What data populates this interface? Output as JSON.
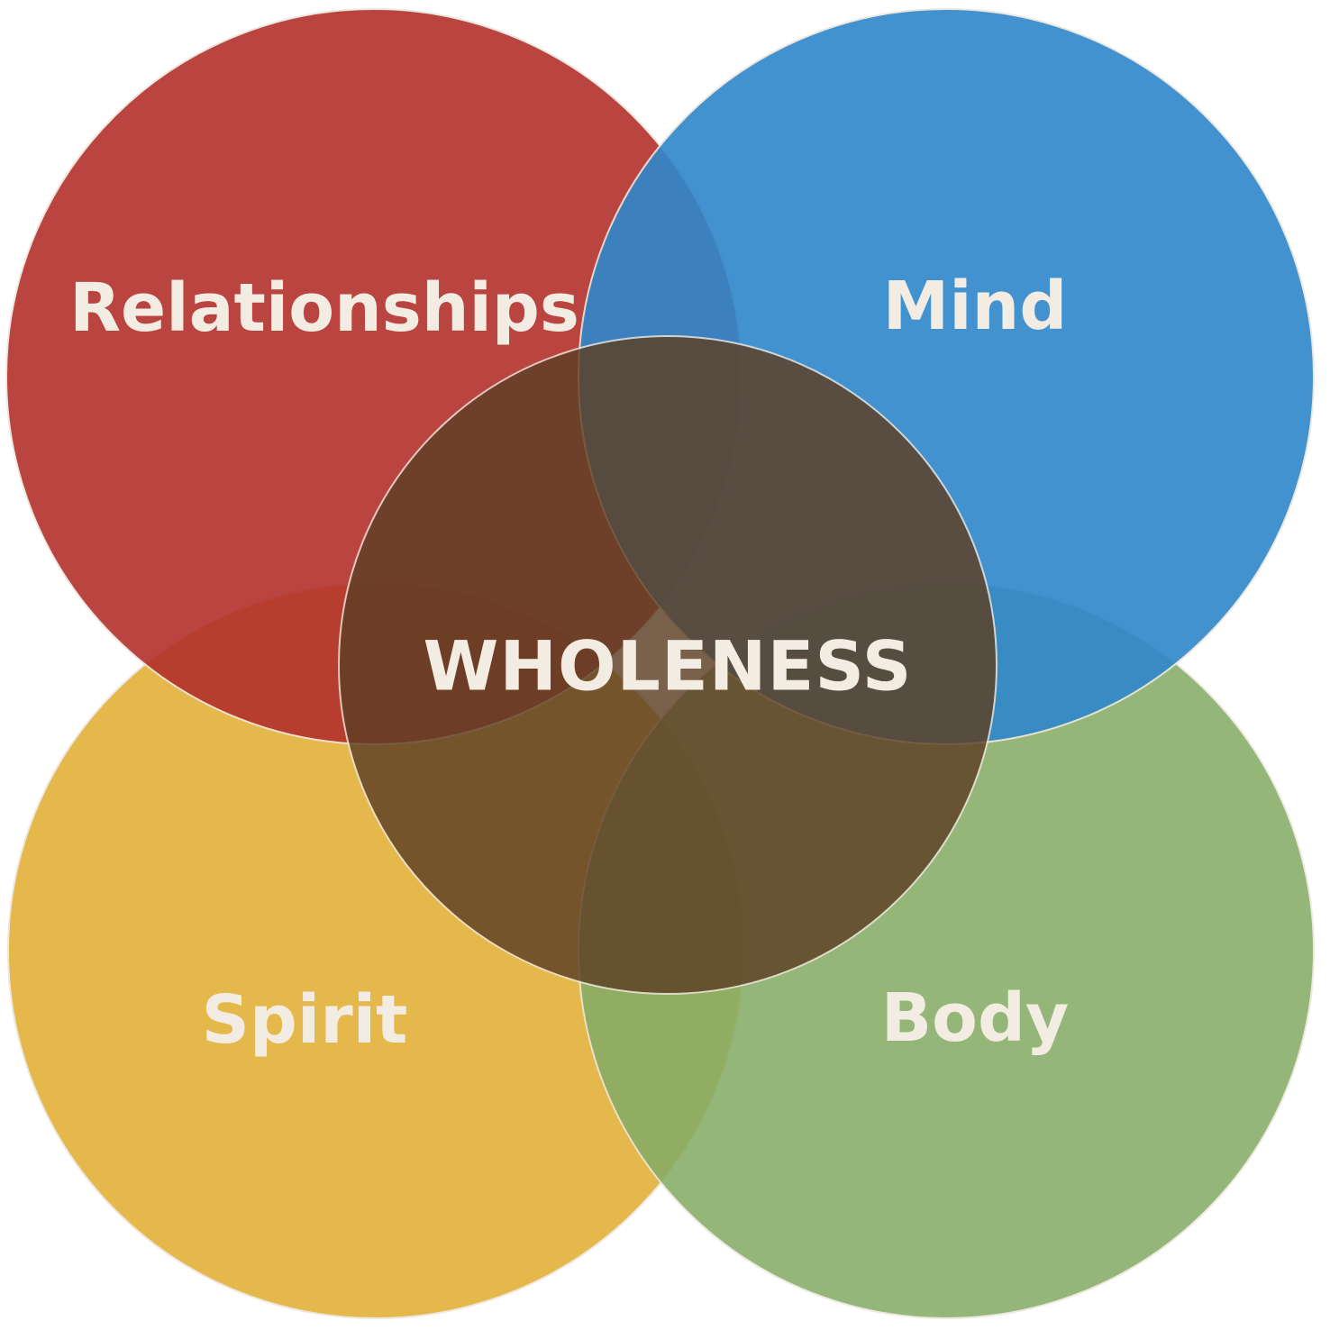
{
  "diagram": {
    "center": {
      "label": "WHOLENESS",
      "color": "#5e3f24"
    },
    "circles": [
      {
        "key": "relationships",
        "label": "Relationships",
        "color": "#b3312c"
      },
      {
        "key": "mind",
        "label": "Mind",
        "color": "#2f87cc"
      },
      {
        "key": "spirit",
        "label": "Spirit",
        "color": "#e3b23d"
      },
      {
        "key": "body",
        "label": "Body",
        "color": "#86ac66"
      }
    ]
  }
}
